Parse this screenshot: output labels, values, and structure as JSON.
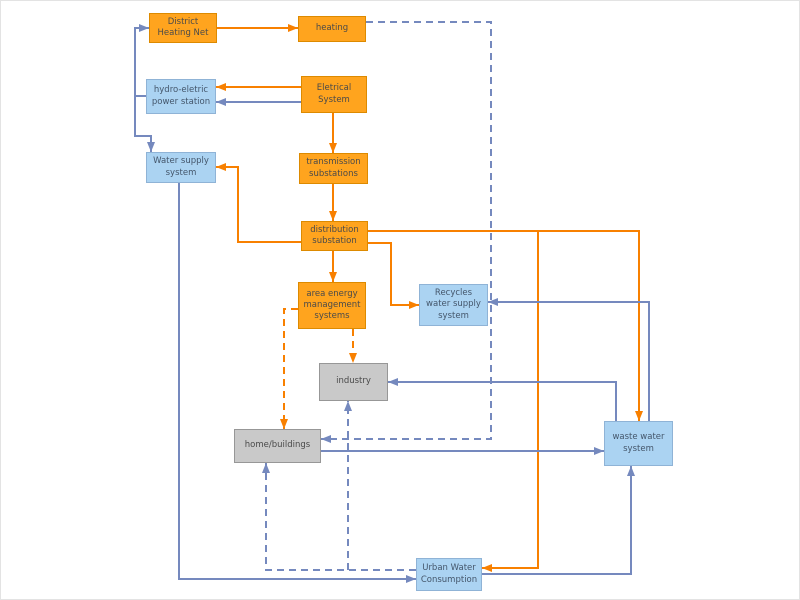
{
  "diagram": {
    "nodes": {
      "district_heating_net": {
        "label": "District Heating Net",
        "category": "energy"
      },
      "heating": {
        "label": "heating",
        "category": "energy"
      },
      "hydro_electric_power_station": {
        "label": "hydro-eletric power station",
        "category": "water"
      },
      "electrical_system": {
        "label": "Eletrical System",
        "category": "energy"
      },
      "water_supply_system": {
        "label": "Water supply system",
        "category": "water"
      },
      "transmission_substations": {
        "label": "transmission substations",
        "category": "energy"
      },
      "distribution_substation": {
        "label": "distribution substation",
        "category": "energy"
      },
      "area_energy_management_systems": {
        "label": "area energy management systems",
        "category": "energy"
      },
      "recycles_water_supply_system": {
        "label": "Recycles water supply system",
        "category": "water"
      },
      "industry": {
        "label": "industry",
        "category": "consumer"
      },
      "home_buildings": {
        "label": "home/buildings",
        "category": "consumer"
      },
      "waste_water_system": {
        "label": "waste water system",
        "category": "water"
      },
      "urban_water_consumption": {
        "label": "Urban Water Consumption",
        "category": "water"
      }
    },
    "edges": [
      {
        "from": "district_heating_net",
        "to": "heating",
        "style": "solid",
        "color": "orange"
      },
      {
        "from": "electrical_system",
        "to": "hydro_electric_power_station",
        "style": "solid",
        "color": "orange"
      },
      {
        "from": "electrical_system",
        "to": "hydro_electric_power_station",
        "style": "solid",
        "color": "blue"
      },
      {
        "from": "electrical_system",
        "to": "transmission_substations",
        "style": "solid",
        "color": "orange"
      },
      {
        "from": "transmission_substations",
        "to": "distribution_substation",
        "style": "solid",
        "color": "orange"
      },
      {
        "from": "distribution_substation",
        "to": "area_energy_management_systems",
        "style": "solid",
        "color": "orange"
      },
      {
        "from": "distribution_substation",
        "to": "water_supply_system",
        "style": "solid",
        "color": "orange"
      },
      {
        "from": "distribution_substation",
        "to": "recycles_water_supply_system",
        "style": "solid",
        "color": "orange"
      },
      {
        "from": "distribution_substation",
        "to": "waste_water_system",
        "style": "solid",
        "color": "orange"
      },
      {
        "from": "distribution_substation",
        "to": "urban_water_consumption",
        "style": "solid",
        "color": "orange"
      },
      {
        "from": "area_energy_management_systems",
        "to": "industry",
        "style": "dashed",
        "color": "orange"
      },
      {
        "from": "area_energy_management_systems",
        "to": "home_buildings",
        "style": "dashed",
        "color": "orange"
      },
      {
        "from": "hydro_electric_power_station",
        "to": "district_heating_net",
        "style": "solid",
        "color": "blue"
      },
      {
        "from": "hydro_electric_power_station",
        "to": "water_supply_system",
        "style": "solid",
        "color": "blue"
      },
      {
        "from": "water_supply_system",
        "to": "urban_water_consumption",
        "style": "solid",
        "color": "blue"
      },
      {
        "from": "home_buildings",
        "to": "waste_water_system",
        "style": "solid",
        "color": "blue"
      },
      {
        "from": "waste_water_system",
        "to": "recycles_water_supply_system",
        "style": "solid",
        "color": "blue"
      },
      {
        "from": "waste_water_system",
        "to": "industry",
        "style": "solid",
        "color": "blue"
      },
      {
        "from": "urban_water_consumption",
        "to": "waste_water_system",
        "style": "solid",
        "color": "blue"
      },
      {
        "from": "heating",
        "to": "home_buildings",
        "style": "dashed",
        "color": "blue"
      },
      {
        "from": "urban_water_consumption",
        "to": "home_buildings",
        "style": "dashed",
        "color": "blue"
      },
      {
        "from": "urban_water_consumption",
        "to": "industry",
        "style": "dashed",
        "color": "blue"
      }
    ],
    "colors": {
      "energy_node_fill": "#FFA41E",
      "water_node_fill": "#ABD3F2",
      "consumer_node_fill": "#C9C9C9",
      "energy_edge": "#F88000",
      "water_edge": "#7589BE"
    }
  }
}
